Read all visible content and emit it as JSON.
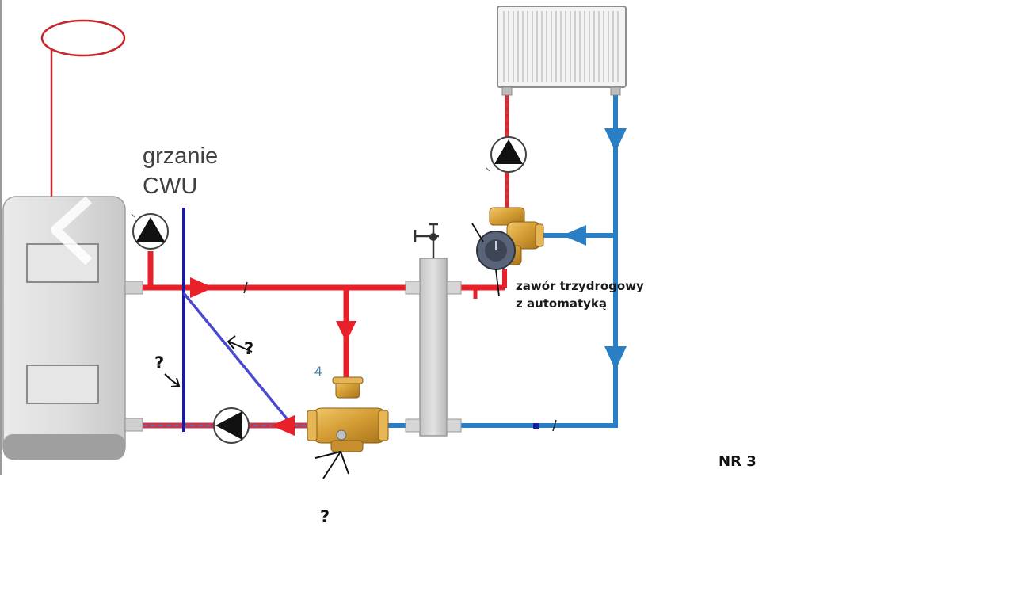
{
  "labels": {
    "hot_water_heading": [
      "grzanie",
      "CWU"
    ],
    "three_way_valve_note": [
      "zawór trzydrogowy",
      "z automatyką"
    ],
    "valve_number": "4",
    "question_left": "?",
    "question_diagonal": "?",
    "question_bottom": "?",
    "diagram_id": "NR 3"
  },
  "colors": {
    "supply_pipe": "#e8202a",
    "return_pipe": "#2a7fc4",
    "hot_water_line": "#1a1a9c",
    "diagonal_line": "#4a4ad0",
    "vent_circle": "#c8252b",
    "boiler_body": "#d9d9d9",
    "brass_valve": "#d4a03a"
  }
}
